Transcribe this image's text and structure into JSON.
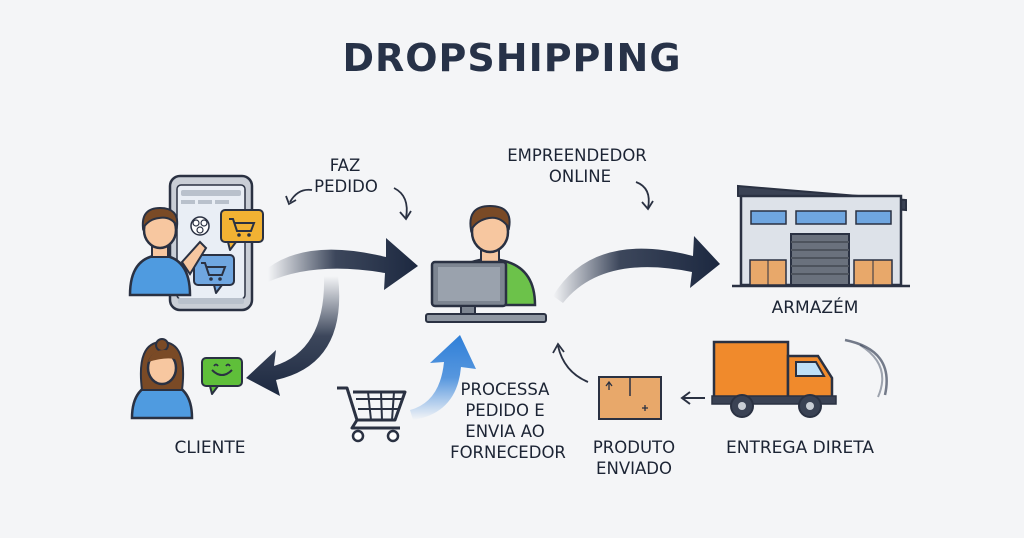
{
  "title": "DROPSHIPPING",
  "labels": {
    "faz_pedido": [
      "FAZ",
      "PEDIDO"
    ],
    "empreendedor": [
      "EMPREENDEDOR",
      "ONLINE"
    ],
    "armazem": "ARMAZÉM",
    "cliente": "CLIENTE",
    "processa": [
      "PROCESSA",
      "PEDIDO E",
      "ENVIA AO",
      "FORNECEDOR"
    ],
    "produto": [
      "PRODUTO",
      "ENVIADO"
    ],
    "entrega": "ENTREGA DIRETA"
  },
  "colors": {
    "dark_navy": "#1c2840",
    "blue_arrow": "#2f7fd8",
    "skin": "#f7c7a0",
    "hair": "#7a4a26",
    "shirt_blue": "#4f9be0",
    "shirt_green": "#6cc24a",
    "orange": "#f08a2c",
    "box": "#e8a86a",
    "bubble_yellow": "#f2b233",
    "bubble_green": "#5fbf3a"
  },
  "icons": [
    "phone-icon",
    "customer-icon",
    "entrepreneur-icon",
    "computer-icon",
    "warehouse-icon",
    "truck-icon",
    "box-icon",
    "cart-icon",
    "speech-bubble-icon"
  ]
}
